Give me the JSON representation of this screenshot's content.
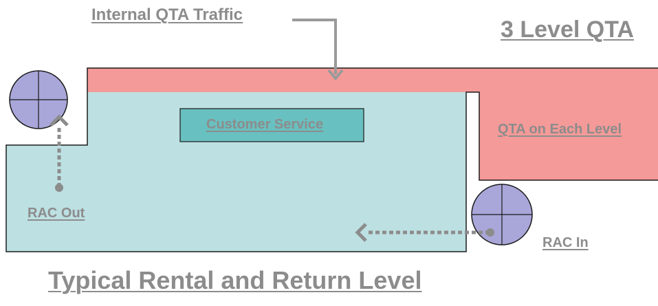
{
  "labels": {
    "internal_qta_traffic": "Internal QTA Traffic",
    "three_level_qta": "3 Level QTA",
    "customer_service": "Customer Service",
    "qta_on_each_level": "QTA on Each Level",
    "rac_out": "RAC Out",
    "rac_in": "RAC In",
    "typical_level": "Typical Rental and Return Level"
  },
  "colors": {
    "rental_area": "#bde0e2",
    "qta_area": "#f49a98",
    "customer_service_box": "#69c0c0",
    "ramp_circle": "#a9a6d9",
    "text_gray": "#8c8c8c",
    "arrow_gray": "#9a9a9a"
  }
}
